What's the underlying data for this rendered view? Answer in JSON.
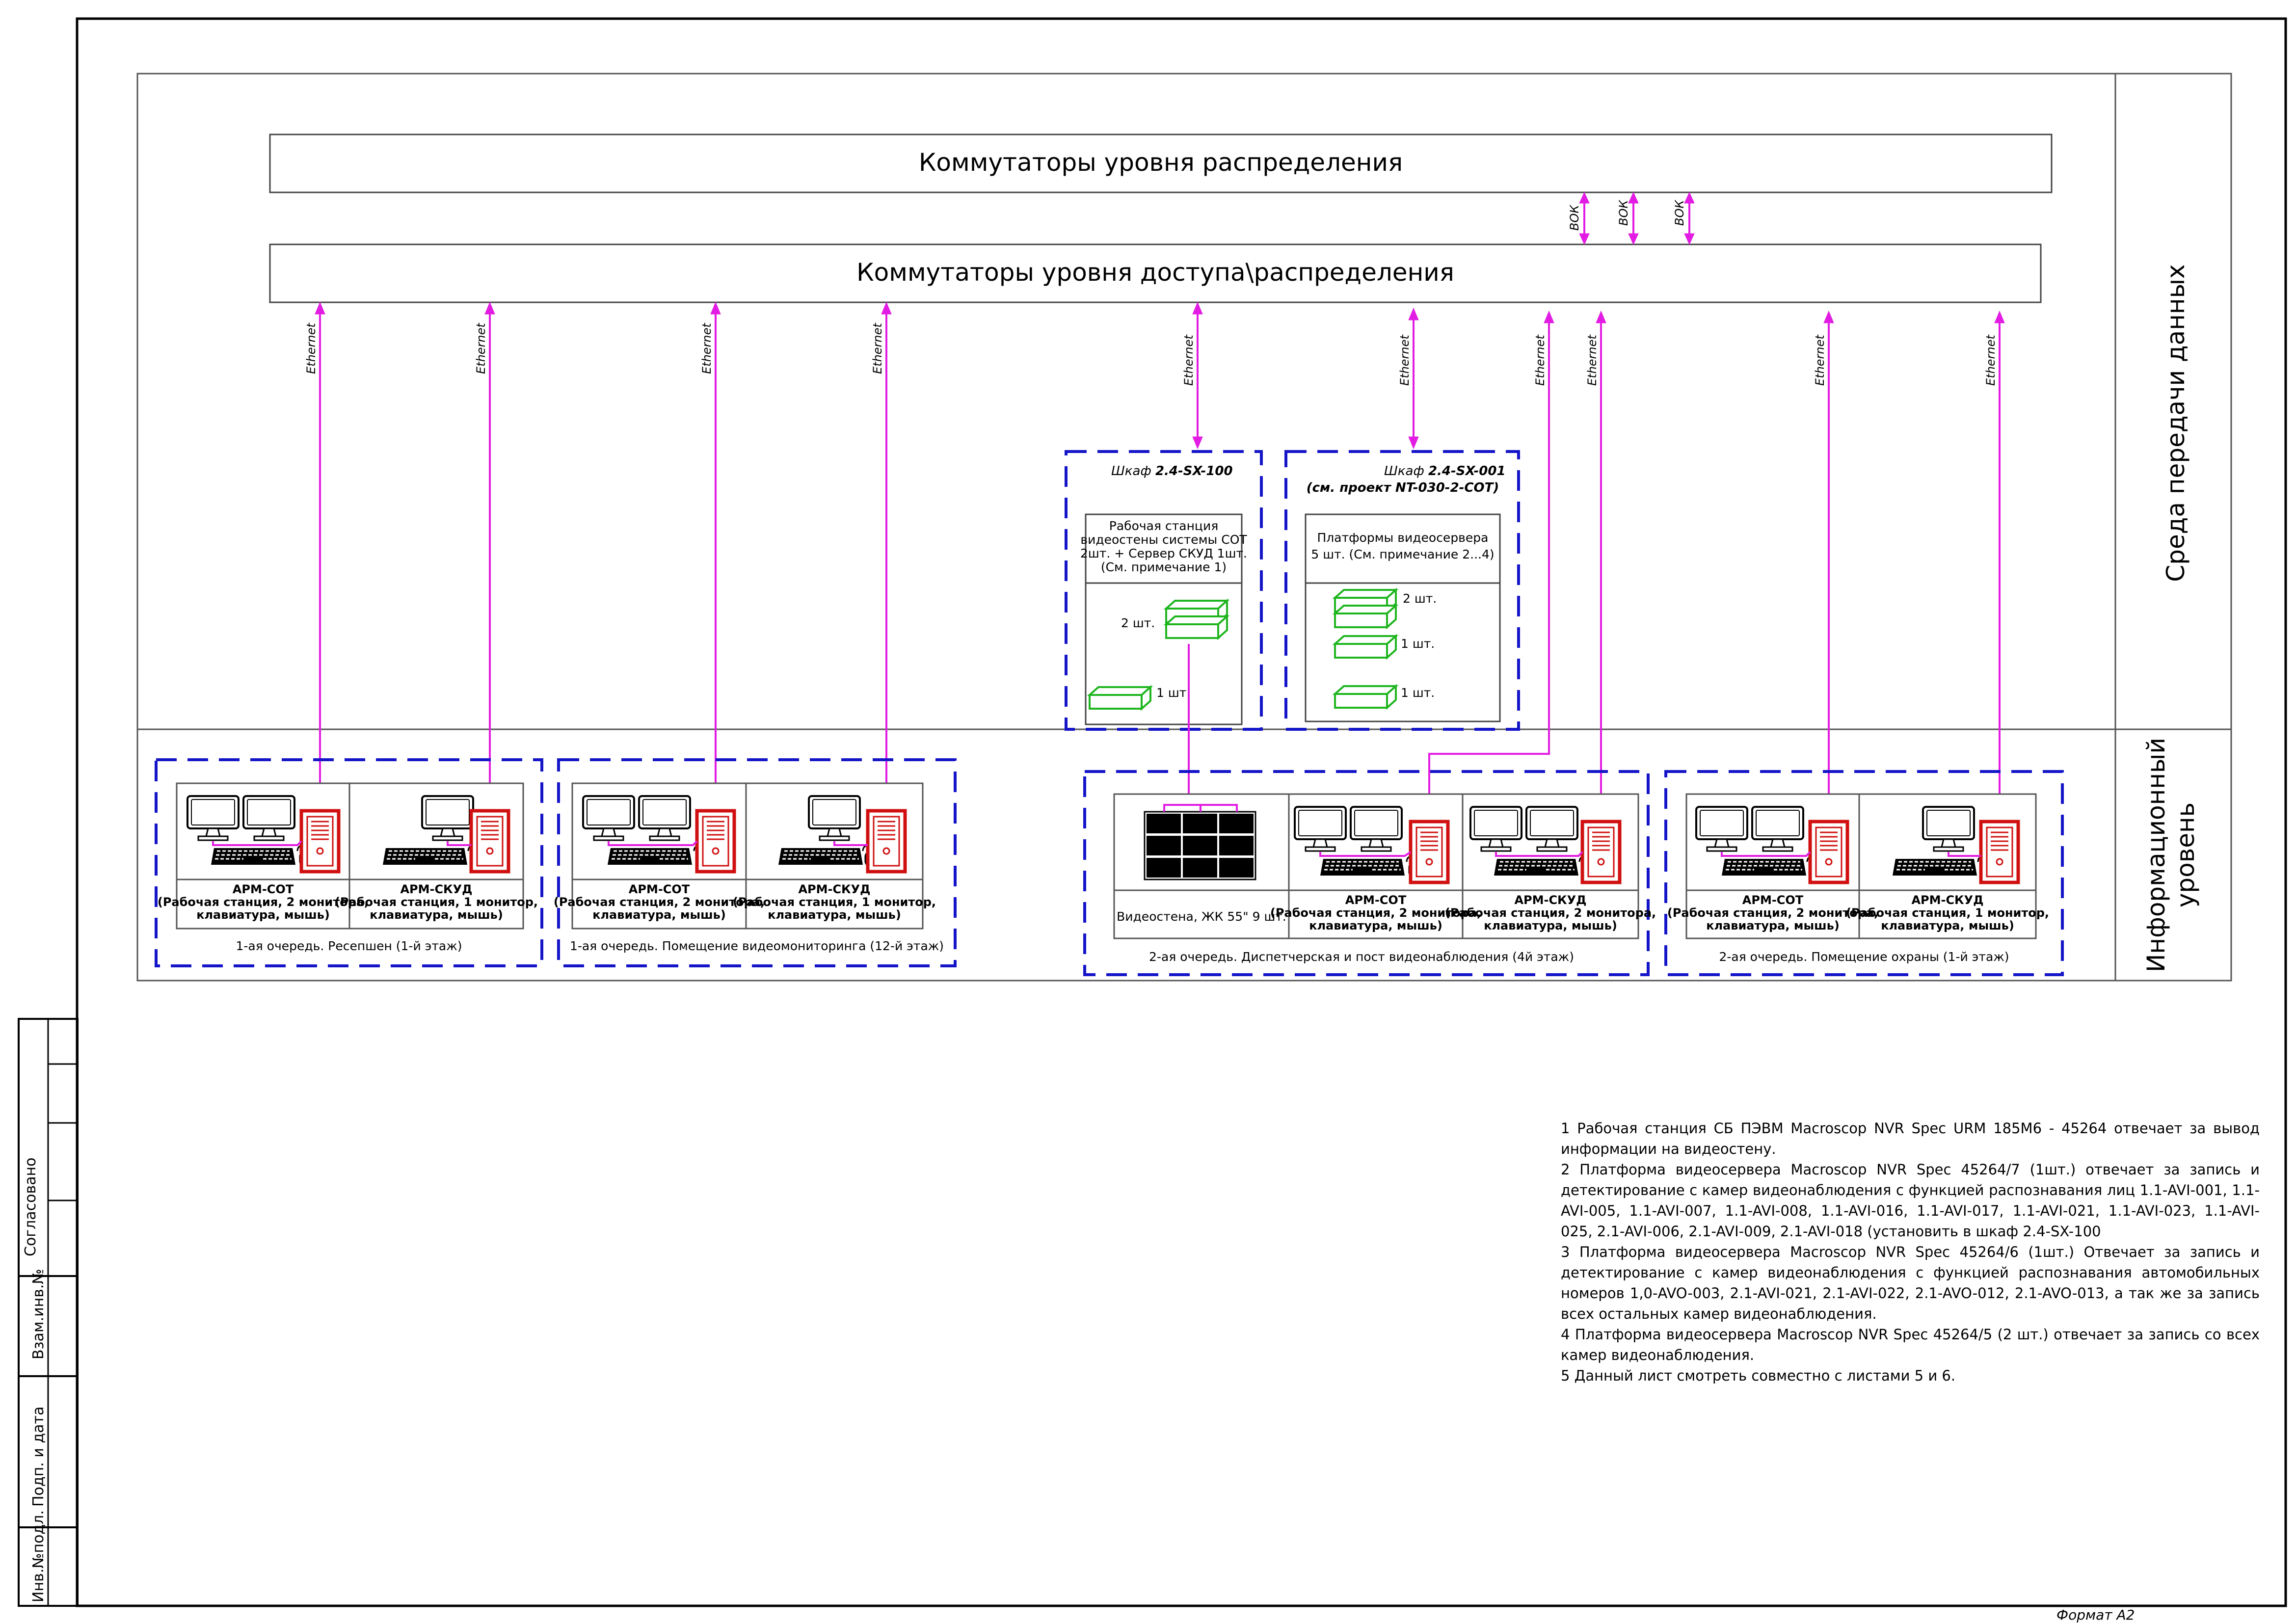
{
  "layers": {
    "transmission": "Среда передачи данных",
    "information_line1": "Информационный",
    "information_line2": "уровень"
  },
  "switches": {
    "distribution": "Коммутаторы уровня распределения",
    "access": "Коммутаторы уровня доступа\\распределения"
  },
  "link_labels": {
    "ethernet": "Ethernet",
    "vok": "ВОК"
  },
  "cabinet1": {
    "title_prefix": "Шкаф ",
    "title_id": "2.4-SX-100",
    "header_lines": [
      "Рабочая станция",
      "видеостены системы СОТ",
      "2шт. + Сервер СКУД 1шт.",
      "(См. примечание 1)"
    ],
    "qty_a": "2 шт.",
    "qty_b": "1 шт."
  },
  "cabinet2": {
    "title_prefix": "Шкаф ",
    "title_id": "2.4-SX-001",
    "title_line2": "(см. проект NT-030-2-СОТ)",
    "header_lines": [
      "Платформы видеосервера",
      "5 шт. (См. примечание 2...4)"
    ],
    "qty_a": "2 шт.",
    "qty_b": "1 шт.",
    "qty_c": "1 шт."
  },
  "workstations": {
    "arm_sot": {
      "title": "АРМ-СОТ",
      "desc_line1": "(Рабочая станция, 2 монитора,",
      "desc_line2": "клавиатура, мышь)"
    },
    "arm_skud": {
      "title": "АРМ-СКУД",
      "desc_line1": "(Рабочая станция, 1 монитор,",
      "desc_line2": "клавиатура, мышь)"
    },
    "arm_skud_2mon": {
      "title": "АРМ-СКУД",
      "desc_line1": "(Рабочая станция, 2 монитора,",
      "desc_line2": "клавиатура, мышь)"
    },
    "videowall": "Видеостена, ЖК 55\" 9 шт."
  },
  "zones": [
    {
      "label": "1-ая очередь.  Ресепшен (1-й этаж)"
    },
    {
      "label": "1-ая очередь.  Помещение видеомониторинга (12-й этаж)"
    },
    {
      "label": "2-ая очередь. Диспетчерская и пост видеонаблюдения (4й этаж)"
    },
    {
      "label": "2-ая очередь. Помещение охраны (1-й этаж)"
    }
  ],
  "notes": [
    "1 Рабочая станция  СБ ПЭВМ Macroscop NVR Spec URM 185M6 - 45264 отвечает за вывод информации на видеостену.",
    "2 Платформа видеосервера Macroscop NVR Spec 45264/7 (1шт.) отвечает за запись и детектирование с камер видеонаблюдения с функцией распознавания лиц   1.1-AVI-001, 1.1-AVI-005, 1.1-AVI-007, 1.1-AVI-008, 1.1-AVI-016, 1.1-AVI-017, 1.1-AVI-021, 1.1-AVI-023, 1.1-AVI-025,  2.1-AVI-006, 2.1-AVI-009, 2.1-AVI-018 (установить в шкаф 2.4-SX-100",
    "3 Платформа видеосервера Macroscop NVR Spec 45264/6 (1шт.) Отвечает за запись и детектирование с камер видеонаблюдения с функцией распознавания автомобильных номеров 1,0-AVO-003, 2.1-AVI-021, 2.1-AVI-022, 2.1-AVO-012, 2.1-AVO-013, а так же за запись всех остальных камер видеонаблюдения.",
    "4 Платформа видеосервера Macroscop NVR Spec 45264/5 (2 шт.) отвечает за запись со всех камер видеонаблюдения.",
    "5 Данный лист смотреть совместно с листами 5 и 6."
  ],
  "side_stamp": {
    "agreed": "Согласовано",
    "inv_replace": "Взам.инв.№",
    "sign_date": "Подп. и дата",
    "inv_orig": "Инв.№подл."
  },
  "sheet_format": "Формат А2"
}
